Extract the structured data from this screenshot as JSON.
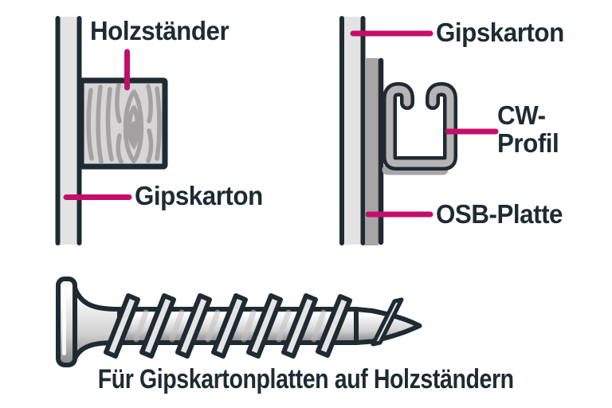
{
  "colors": {
    "background": "#ffffff",
    "dark": "#1e2b32",
    "magenta": "#c60d6c",
    "panel_light": "#e4e3e3",
    "panel_gray": "#a7a5a6",
    "wood_fill": "#d7d5d6",
    "wood_grain": "#a3a1a2",
    "profile_gray": "#b6b4b5",
    "screw_highlight": "#ffffff",
    "screw_shadow": "#8d8c8d"
  },
  "diagram_left": {
    "label_stud": "Holzständer",
    "label_board": "Gipskarton"
  },
  "diagram_right": {
    "label_board": "Gipskarton",
    "label_profile_line1": "CW-",
    "label_profile_line2": "Profil",
    "label_osb": "OSB-Platte"
  },
  "screw": {
    "caption": "Für Gipskartonplatten auf Holzständern"
  }
}
